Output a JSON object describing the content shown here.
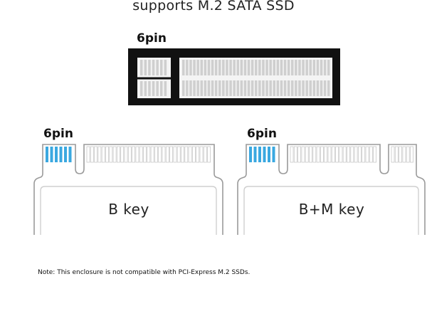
{
  "title": "supports M.2 SATA SSD",
  "connector": {
    "label": "6pin"
  },
  "cards": [
    {
      "pin_label": "6pin",
      "key_label": "B key"
    },
    {
      "pin_label": "6pin",
      "key_label": "B+M key"
    }
  ],
  "note": "Note: This enclosure is not compatible with PCI-Express M.2 SSDs.",
  "colors": {
    "pin_highlight": "#3aa8e0",
    "connector_body": "#111111",
    "outline": "#9a9a9a"
  }
}
